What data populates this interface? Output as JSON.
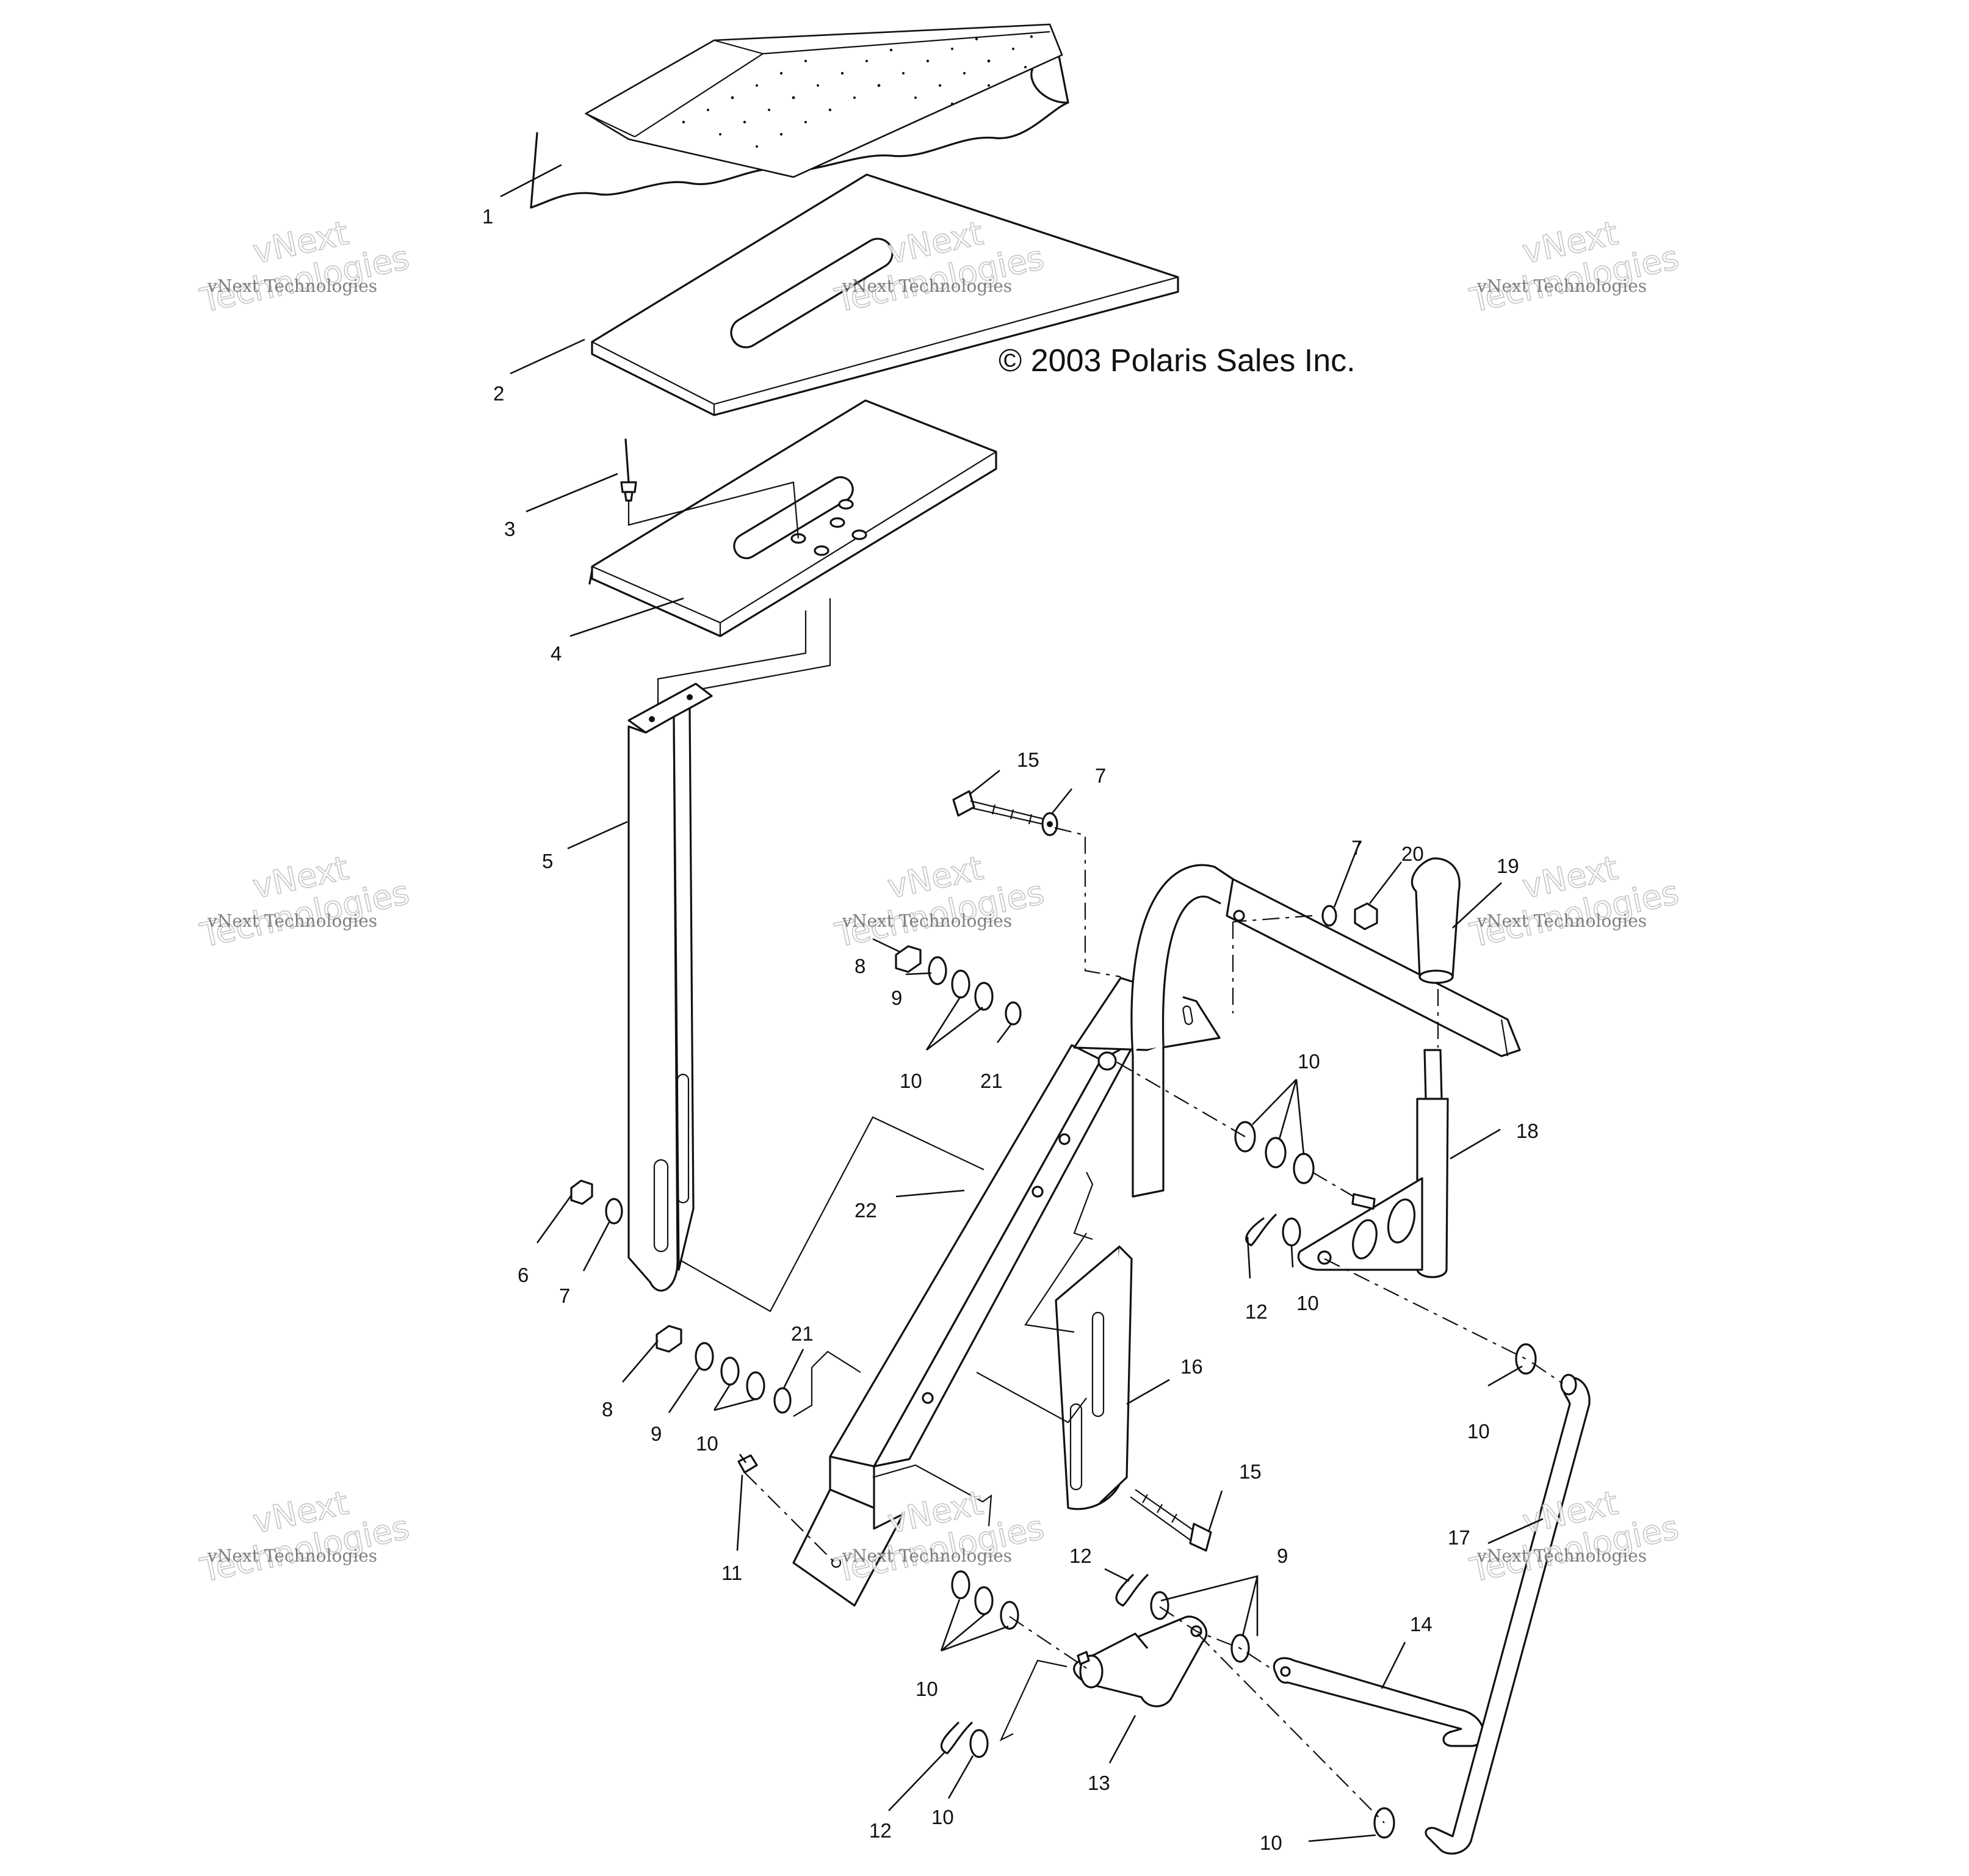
{
  "copyright": "© 2003 Polaris Sales Inc.",
  "watermark": {
    "small": "vNext Technologies",
    "big_line1": "vNext",
    "big_line2": "Technologies"
  },
  "callouts": [
    "1",
    "2",
    "3",
    "4",
    "5",
    "15",
    "7",
    "7",
    "20",
    "19",
    "8",
    "9",
    "10",
    "21",
    "10",
    "18",
    "22",
    "6",
    "7",
    "12",
    "10",
    "16",
    "8",
    "9",
    "21",
    "10",
    "10",
    "11",
    "15",
    "17",
    "12",
    "9",
    "14",
    "10",
    "13",
    "12",
    "10",
    "10"
  ]
}
